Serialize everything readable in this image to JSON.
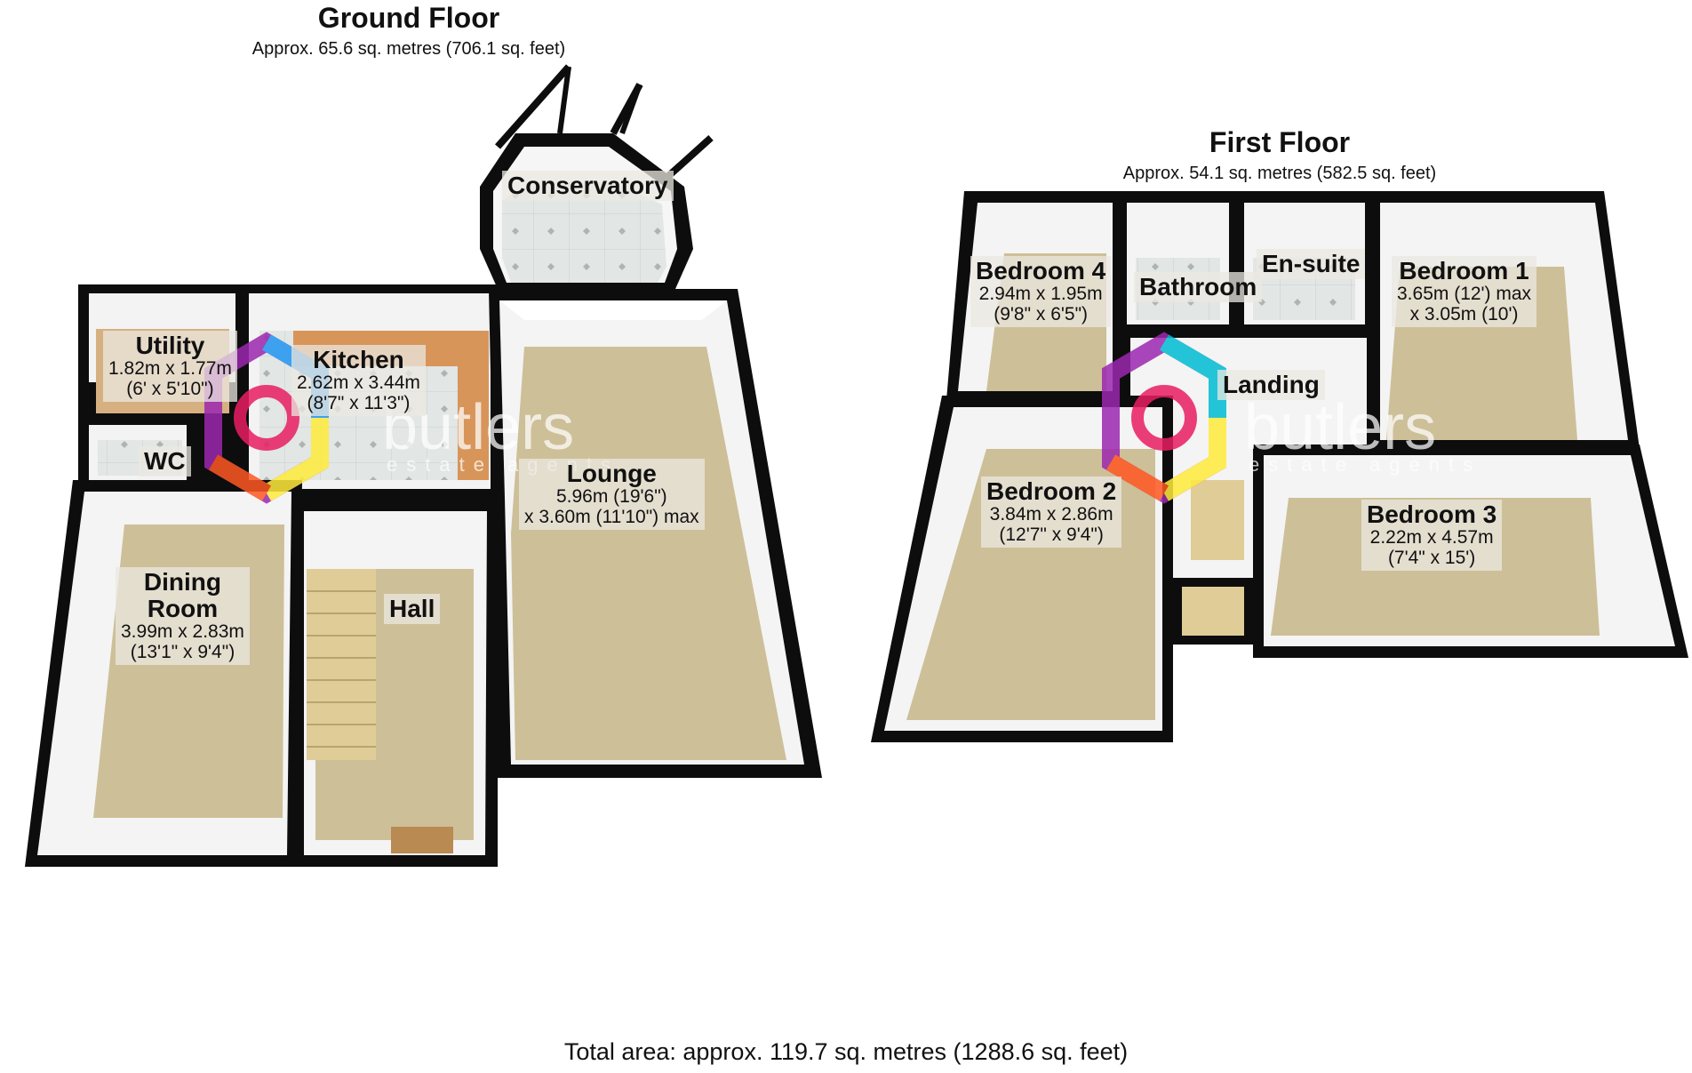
{
  "ground_floor": {
    "title": "Ground Floor",
    "area": "Approx. 65.6 sq. metres (706.1 sq. feet)",
    "rooms": {
      "conservatory": {
        "name": "Conservatory"
      },
      "utility": {
        "name": "Utility",
        "dim1": "1.82m x 1.77m",
        "dim2": "(6' x 5'10\")"
      },
      "kitchen": {
        "name": "Kitchen",
        "dim1": "2.62m x 3.44m",
        "dim2": "(8'7\" x 11'3\")"
      },
      "wc": {
        "name": "WC"
      },
      "lounge": {
        "name": "Lounge",
        "dim1": "5.96m (19'6\")",
        "dim2": "x 3.60m (11'10\") max"
      },
      "dining": {
        "name": "Dining",
        "name2": "Room",
        "dim1": "3.99m x 2.83m",
        "dim2": "(13'1\" x 9'4\")"
      },
      "hall": {
        "name": "Hall"
      }
    }
  },
  "first_floor": {
    "title": "First Floor",
    "area": "Approx. 54.1 sq. metres (582.5 sq. feet)",
    "rooms": {
      "bedroom4": {
        "name": "Bedroom 4",
        "dim1": "2.94m x 1.95m",
        "dim2": "(9'8\" x 6'5\")"
      },
      "bathroom": {
        "name": "Bathroom"
      },
      "ensuite": {
        "name": "En-suite"
      },
      "bedroom1": {
        "name": "Bedroom 1",
        "dim1": "3.65m (12') max",
        "dim2": "x 3.05m (10')"
      },
      "landing": {
        "name": "Landing"
      },
      "bedroom2": {
        "name": "Bedroom 2",
        "dim1": "3.84m x 2.86m",
        "dim2": "(12'7\" x 9'4\")"
      },
      "bedroom3": {
        "name": "Bedroom 3",
        "dim1": "2.22m x 4.57m",
        "dim2": "(7'4\" x 15')"
      }
    }
  },
  "watermark": {
    "brand": "butlers",
    "tagline": "estate agents"
  },
  "total_area": "Total area: approx. 119.7 sq. metres (1288.6 sq. feet)",
  "colors": {
    "wall": "#0d0d0d",
    "carpet": "#cdbf98",
    "tile": "#dfe3e1",
    "wall_face": "#f4f4f4",
    "kitchen_worktop": "#d8955a"
  }
}
